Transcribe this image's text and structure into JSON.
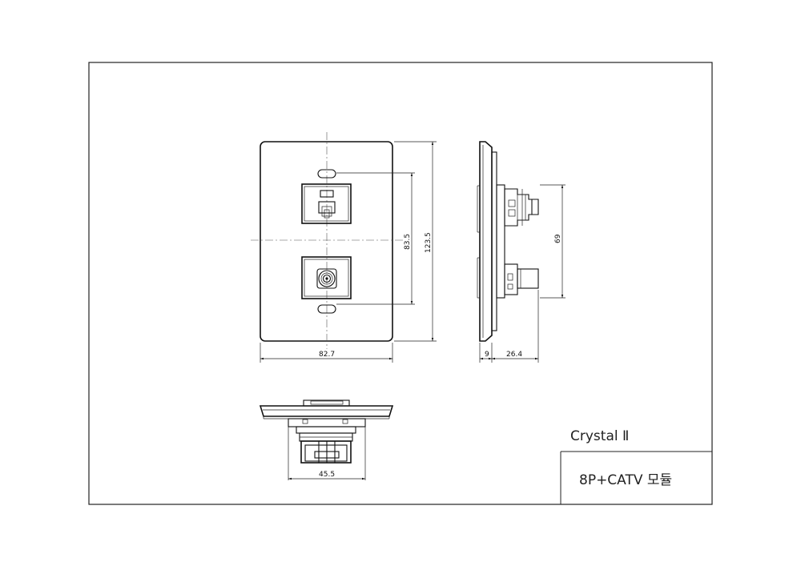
{
  "title_block": {
    "product_name": "Crystal Ⅱ",
    "module_name": "8P+CATV 모듈"
  },
  "dimensions": {
    "plate_width": "82.7",
    "module_spacing": "83.5",
    "plate_height": "123.5",
    "module_depth": "69",
    "plate_thickness": "9",
    "body_depth": "26.4",
    "bottom_width": "45.5"
  }
}
